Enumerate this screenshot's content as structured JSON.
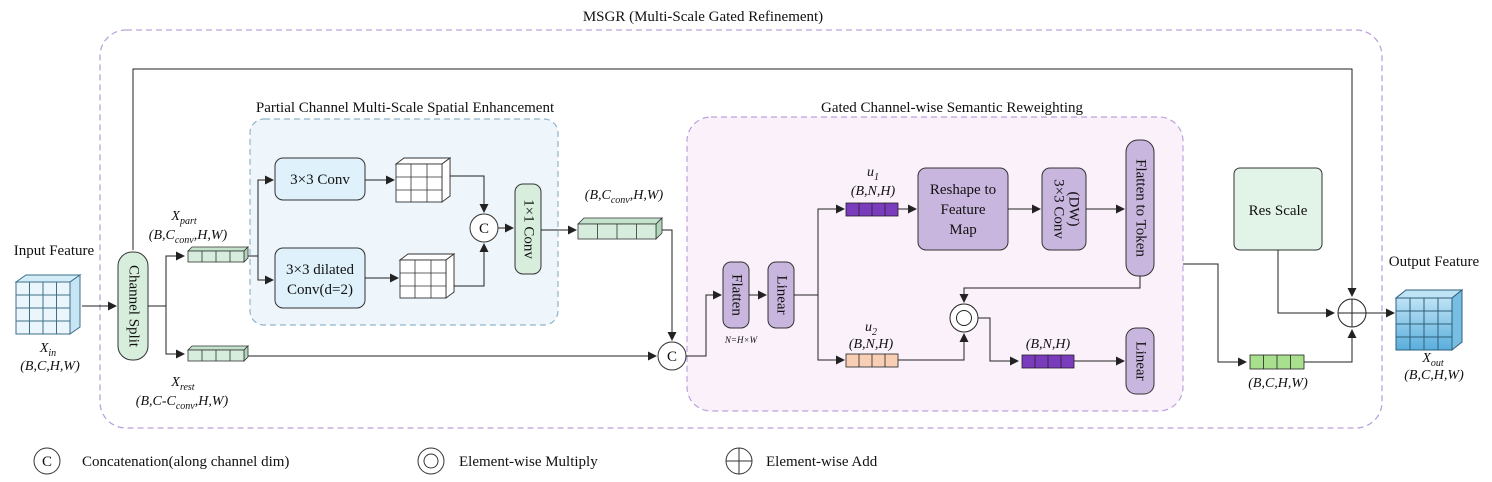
{
  "title": "MSGR (Multi-Scale Gated Refinement)",
  "input": {
    "label": "Input Feature",
    "symbol": "X",
    "symbol_sub": "in",
    "shape": "(B,C,H,W)"
  },
  "output": {
    "label": "Output Feature",
    "symbol": "X",
    "symbol_sub": "out",
    "shape": "(B,C,H,W)"
  },
  "channel_split": "Channel Split",
  "x_part": {
    "symbol": "X",
    "sub": "part",
    "shape_a": "(B,C",
    "shape_sub": "conv",
    "shape_b": ",H,W)"
  },
  "x_rest": {
    "symbol": "X",
    "sub": "rest",
    "shape_a": "(B,C-C",
    "shape_sub": "conv",
    "shape_b": ",H,W)"
  },
  "pcmse": {
    "title": "Partial Channel Multi-Scale Spatial Enhancement",
    "conv3": "3×3 Conv",
    "dilated_line1": "3×3 dilated",
    "dilated_line2": "Conv(d=2)",
    "concat": "C",
    "conv1": "1×1 Conv",
    "out_shape_a": "(B,C",
    "out_shape_sub": "conv",
    "out_shape_b": ",H,W)"
  },
  "concat_main": "C",
  "gcsr": {
    "title": "Gated Channel-wise Semantic Reweighting",
    "flatten": "Flatten",
    "n_note": "N=H×W",
    "linear": "Linear",
    "u1": "u",
    "u1_sub": "1",
    "u1_shape": "(B,N,H)",
    "u2": "u",
    "u2_sub": "2",
    "u2_shape": "(B,N,H)",
    "reshape_line1": "Reshape to",
    "reshape_line2": "Feature",
    "reshape_line3": "Map",
    "dwconv_line1": "3×3 Conv",
    "dwconv_line2": "(DW)",
    "flatten_token": "Flatten to Token",
    "prod_shape": "(B,N,H)",
    "linear_out": "Linear"
  },
  "res_scale": "Res Scale",
  "res_shape": "(B,C,H,W)",
  "legend": {
    "concat_symbol": "C",
    "concat": "Concatenation(along channel dim)",
    "multiply": "Element-wise Multiply",
    "add": "Element-wise Add"
  },
  "colors": {
    "dashed_purple": "#b9a3dc",
    "dashed_blue": "#8fb3c9",
    "pcmse_fill": "#eef6fb",
    "gcsr_fill": "#fbf1fb",
    "conv_box": "#dff1fb",
    "gcsr_box": "#c9b6de",
    "res_box": "#e2f3e8",
    "split_box": "#d8eedc",
    "token_green": "#d6ecdc",
    "purple_token": "#7b3bbd",
    "orange_token": "#f8cfb5",
    "green_token": "#a9e08e",
    "output_blue": "#8cc8e8"
  }
}
